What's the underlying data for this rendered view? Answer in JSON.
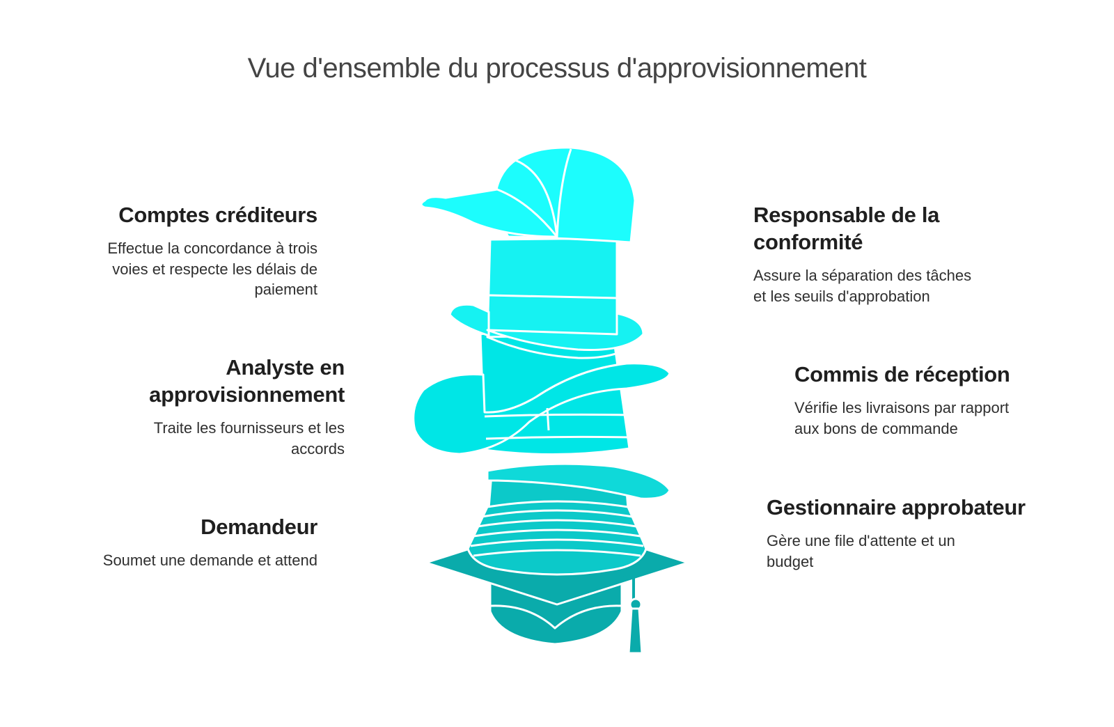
{
  "title": "Vue d'ensemble du processus d'approvisionnement",
  "colors": {
    "cap": "#1cfdfd",
    "top_hat": "#16f2f2",
    "cowboy_hat": "#00e6e6",
    "baseball_cap_2": "#0fd9d9",
    "bucket_hat": "#0cc9c9",
    "graduation_cap": "#0aabab",
    "title_text": "#444444"
  },
  "icons": [
    "baseball-cap-icon",
    "top-hat-icon",
    "cowboy-hat-icon",
    "cap-icon",
    "bucket-hat-icon",
    "graduation-cap-icon"
  ],
  "roles": {
    "comptes": {
      "heading": "Comptes créditeurs",
      "desc_lines": [
        "Effectue la concordance à trois",
        "voies et respecte les délais de",
        "paiement"
      ]
    },
    "analyste": {
      "heading_lines": [
        "Analyste en",
        "approvisionnement"
      ],
      "desc_lines": [
        "Traite les fournisseurs et les",
        "accords"
      ]
    },
    "demandeur": {
      "heading": "Demandeur",
      "desc_lines": [
        "Soumet une demande et attend"
      ]
    },
    "conformite": {
      "heading_lines": [
        "Responsable de la",
        "conformité"
      ],
      "desc_lines": [
        "Assure la séparation des tâches",
        "et les seuils d'approbation"
      ]
    },
    "reception": {
      "heading": "Commis de réception",
      "desc_lines": [
        "Vérifie les livraisons par rapport",
        "aux bons de commande"
      ]
    },
    "gestionnaire": {
      "heading": "Gestionnaire approbateur",
      "desc_lines": [
        "Gère une file d'attente et un",
        "budget"
      ]
    }
  }
}
